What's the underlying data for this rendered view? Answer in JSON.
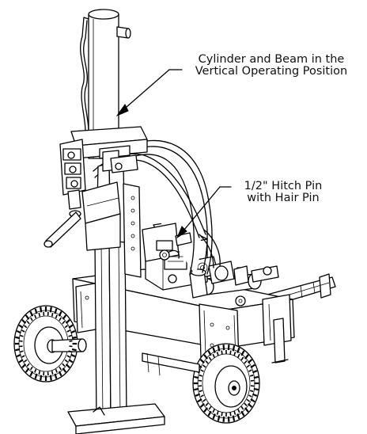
{
  "callouts": {
    "cylinder": {
      "line1": "Cylinder and Beam in the",
      "line2": "Vertical Operating Position"
    },
    "hitch_pin": {
      "line1": "1/2\" Hitch Pin",
      "line2": "with Hair Pin"
    }
  },
  "colors": {
    "line": "#000000",
    "background": "#ffffff"
  }
}
